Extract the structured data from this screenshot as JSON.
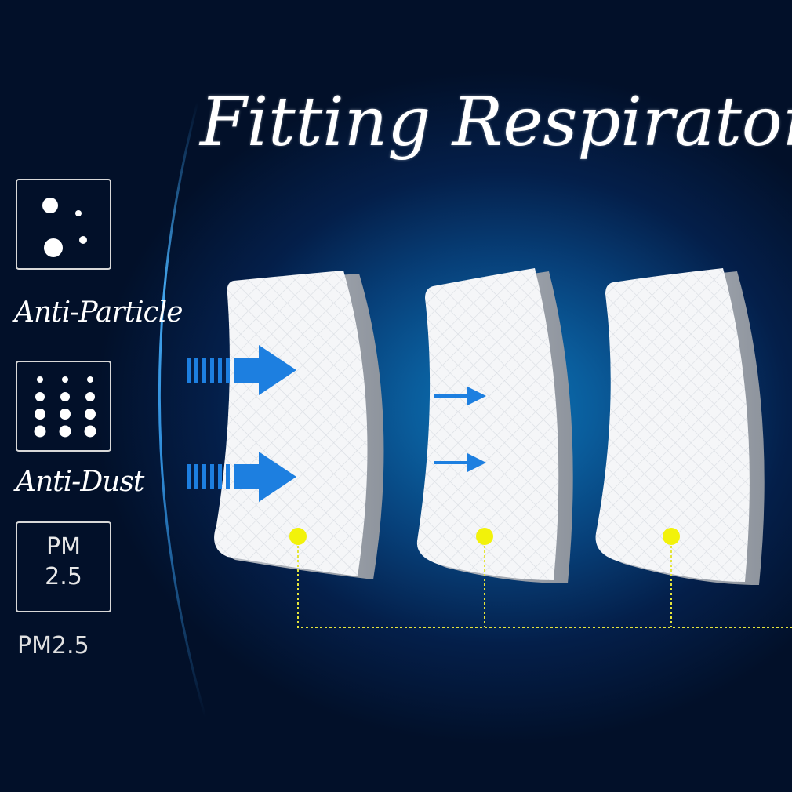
{
  "title": "Fitting Respirator",
  "features": [
    {
      "icon": "particles-icon",
      "label": "Anti-Particle"
    },
    {
      "icon": "dust-grid-icon",
      "label": "Anti-Dust"
    },
    {
      "icon": "pm25-icon",
      "icon_text_line1": "PM",
      "icon_text_line2": "2.5",
      "label": "PM2.5"
    }
  ],
  "colors": {
    "arrow": "#1d7fe0",
    "indicator_dot": "#f2f20a",
    "leader_line": "#e4e43a",
    "filter_face": "#f4f5f7"
  }
}
